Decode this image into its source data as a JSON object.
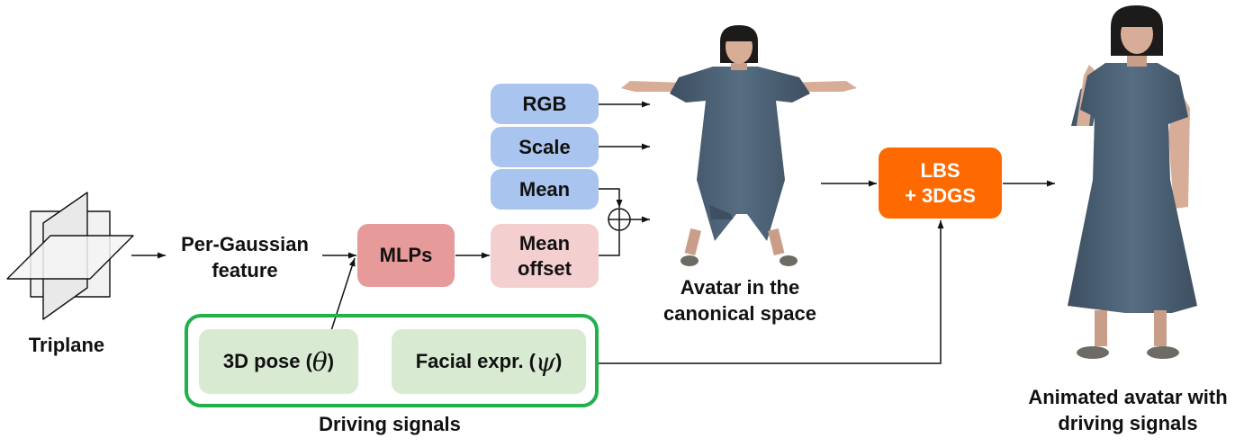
{
  "labels": {
    "triplane": "Triplane",
    "per_gaussian_line1": "Per-Gaussian",
    "per_gaussian_line2": "feature",
    "canonical_line1": "Avatar in the",
    "canonical_line2": "canonical space",
    "animated_line1": "Animated avatar with",
    "animated_line2": "driving signals",
    "driving_signals": "Driving signals"
  },
  "boxes": {
    "mlps": "MLPs",
    "rgb": "RGB",
    "scale": "Scale",
    "mean": "Mean",
    "mean_offset_line1": "Mean",
    "mean_offset_line2": "offset",
    "lbs_line1": "LBS",
    "lbs_line2": "+ 3DGS",
    "pose": "3D pose (",
    "pose_symbol": "θ",
    "pose_close": ")",
    "facial": "Facial expr. (",
    "facial_symbol": "ψ",
    "facial_close": ")"
  },
  "colors": {
    "blue": "#a9c4ee",
    "pink": "#f3cfd0",
    "red": "#e69a99",
    "orange": "#ff6a00",
    "green_fill": "#d9ead3",
    "green_border": "#22b04b",
    "dress": "#4a5f73",
    "skin": "#d8ad97",
    "hair": "#1d1a1a"
  }
}
